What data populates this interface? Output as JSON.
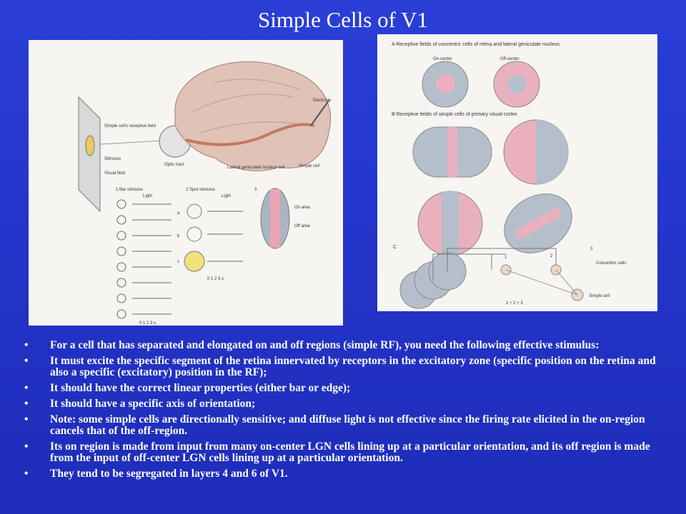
{
  "slide": {
    "title": "Simple Cells of V1",
    "bullets": [
      "For a cell that has separated and elongated on and off regions (simple RF), you need the following effective stimulus:",
      "It must excite the specific segment of the retina innervated by receptors in the excitatory zone (specific position on the retina and also a specific (excitatory) position in the RF);",
      "It should have the correct linear properties (either bar or edge);",
      "It should have a specific axis of orientation;",
      "Note: some simple cells are directionally sensitive; and diffuse light is not effective since the firing rate elicited in the on-region cancels that of the off-region.",
      "Its on region is made from input from many on-center LGN cells lining up at a particular orientation, and its off region is made from the input of off-center LGN cells lining up at a particular orientation.",
      "They tend to be segregated in layers 4 and 6 of V1."
    ]
  },
  "figure_left": {
    "labels": {
      "simple_cell_rf": "Simple cell's receptive field",
      "stimulus": "Stimulus",
      "visual_field": "Visual field",
      "electrode": "Electrode",
      "optic_tract": "Optic tract",
      "lgn": "Lateral geniculate nucleus cell",
      "simple_cell": "Simple cell",
      "bar_stimulus": "1  Bar stimulus",
      "spot_stimulus": "2  Spot stimulus",
      "light1": "Light",
      "light2": "Light",
      "panel3": "3",
      "on_area": "On area",
      "off_area": "Off area",
      "a": "a",
      "b": "b",
      "c": "c",
      "time_axis1": "0   1   2   3   s",
      "time_axis2": "0   1   2   3   s"
    }
  },
  "figure_right": {
    "labels": {
      "section_a": "A  Receptive fields of concentric cells of retina and lateral geniculate nucleus",
      "on_center": "On-center",
      "off_center": "Off-center",
      "section_b": "B  Receptive fields of simple cells of primary visual cortex",
      "section_c": "C",
      "n1": "1",
      "n2": "2",
      "n3": "3",
      "concentric": "Concentric cells",
      "simple_cell": "Simple cell",
      "sum": "1 + 2 + 3"
    }
  }
}
